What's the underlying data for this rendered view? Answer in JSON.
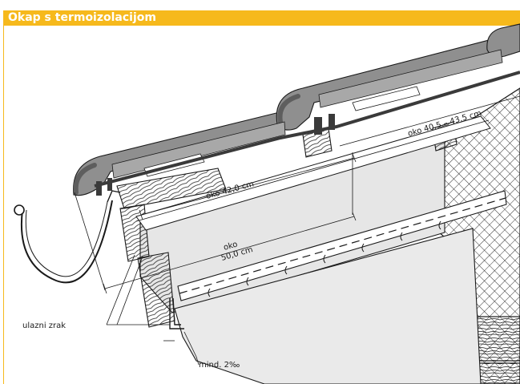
{
  "header": {
    "title": "Okap s termoizolacijom",
    "color": "#f6b91c"
  },
  "labels": {
    "batten_spacing": "oko 42,0 cm",
    "tile_spacing": "oko 40,5 – 43,5 cm",
    "eave_overhang_line1": "oko",
    "eave_overhang_line2": "50,0 cm",
    "air_inlet": "ulazni zrak",
    "slope": "mind. 2‰"
  },
  "colors": {
    "tile_fill": "#8f8f8f",
    "tile_dark": "#5e5e5e",
    "membrane": "#3a3a3a",
    "panel_fill": "#e6e6e6",
    "line": "#1a1a1a"
  }
}
